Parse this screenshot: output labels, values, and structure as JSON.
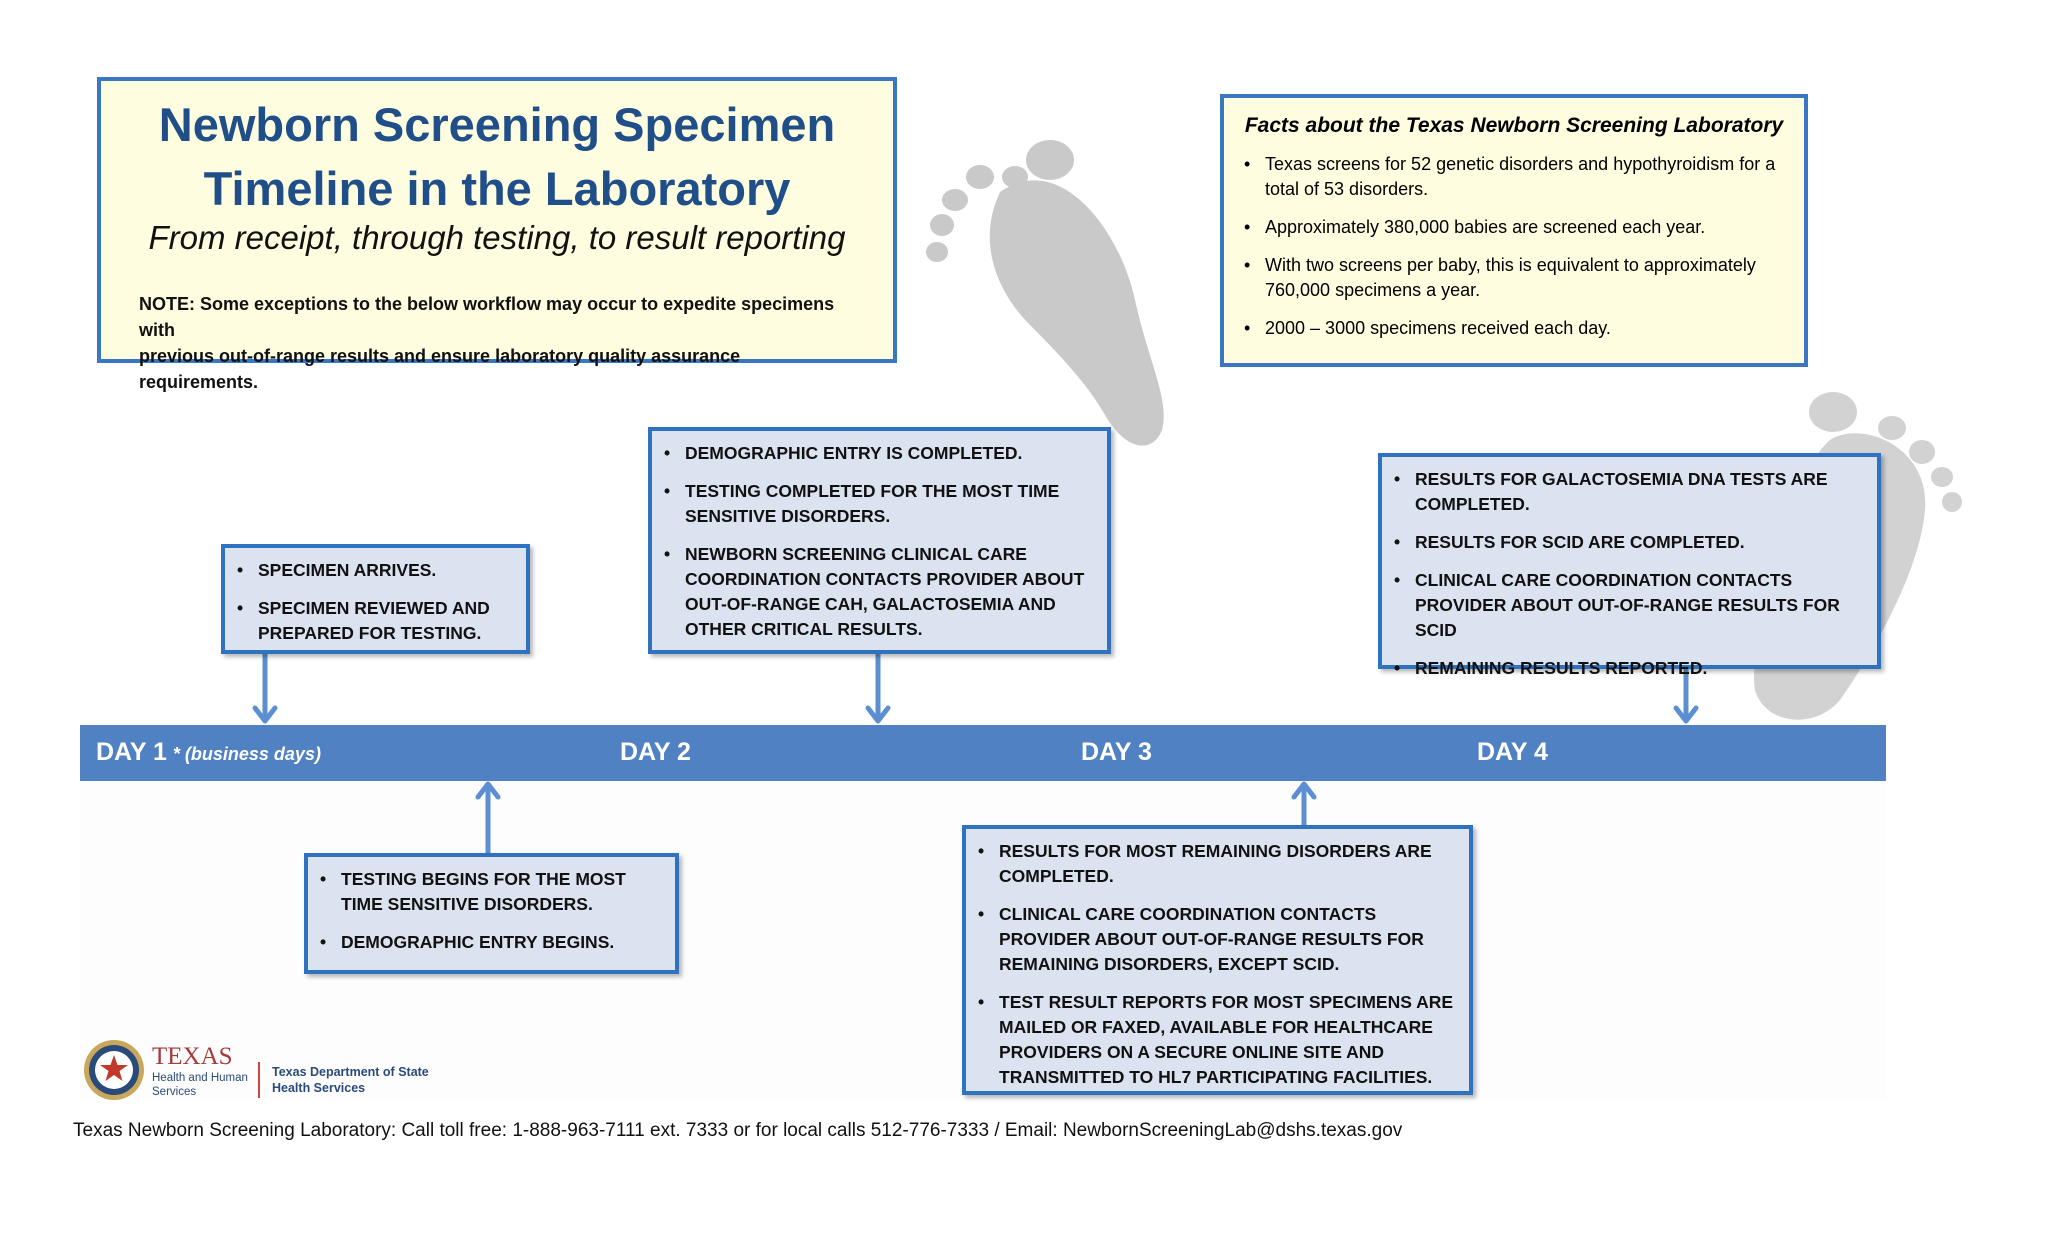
{
  "title": {
    "line1": "Newborn Screening Specimen",
    "line2": "Timeline in the Laboratory",
    "subtitle": "From receipt, through testing, to result reporting",
    "note_line1": "NOTE: Some exceptions to the below workflow may occur to expedite specimens with",
    "note_line2": "previous out-of-range results and ensure laboratory quality assurance requirements."
  },
  "facts": {
    "heading": "Facts about the Texas Newborn Screening Laboratory",
    "items": [
      "Texas screens for 52 genetic disorders and hypothyroidism for a total of 53 disorders.",
      "Approximately 380,000 babies are screened each year.",
      "With two screens per baby, this is equivalent to approximately 760,000 specimens a year.",
      "2000 – 3000 specimens received each day."
    ]
  },
  "timeline": {
    "days": [
      "DAY 1",
      "DAY 2",
      "DAY 3",
      "DAY 4"
    ],
    "day1_note": "* (business days)"
  },
  "steps": {
    "day1_top": [
      "SPECIMEN ARRIVES.",
      "SPECIMEN REVIEWED AND PREPARED FOR TESTING."
    ],
    "day1_bottom": [
      "TESTING BEGINS FOR THE MOST TIME SENSITIVE DISORDERS.",
      "DEMOGRAPHIC ENTRY BEGINS."
    ],
    "day2_top": [
      "DEMOGRAPHIC ENTRY IS COMPLETED.",
      "TESTING COMPLETED FOR THE MOST TIME SENSITIVE DISORDERS.",
      "NEWBORN SCREENING CLINICAL CARE COORDINATION CONTACTS PROVIDER ABOUT OUT-OF-RANGE CAH, GALACTOSEMIA AND OTHER CRITICAL RESULTS."
    ],
    "day3_bottom": [
      "RESULTS FOR MOST REMAINING DISORDERS ARE COMPLETED.",
      "CLINICAL CARE COORDINATION CONTACTS PROVIDER ABOUT OUT-OF-RANGE RESULTS FOR REMAINING DISORDERS, EXCEPT SCID.",
      "TEST RESULT REPORTS FOR MOST SPECIMENS ARE MAILED OR FAXED, AVAILABLE FOR HEALTHCARE PROVIDERS ON A SECURE ONLINE SITE AND TRANSMITTED TO HL7 PARTICIPATING FACILITIES."
    ],
    "day4_top": [
      "RESULTS FOR GALACTOSEMIA DNA TESTS ARE COMPLETED.",
      "RESULTS FOR SCID ARE COMPLETED.",
      "CLINICAL CARE COORDINATION CONTACTS PROVIDER ABOUT OUT-OF-RANGE RESULTS FOR SCID",
      "REMAINING RESULTS REPORTED."
    ]
  },
  "logo": {
    "texas": "TEXAS",
    "hhs": "Health and Human Services",
    "dshs": "Texas Department of State Health Services"
  },
  "footer": "Texas Newborn Screening Laboratory: Call toll free: 1-888-963-7111 ext. 7333 or for local calls 512-776-7333 / Email: NewbornScreeningLab@dshs.texas.gov",
  "colors": {
    "timeline": "#4f81c3",
    "box_border": "#2f72bf",
    "box_fill": "#dbe3f1",
    "title_fill": "#fefde0",
    "title_text": "#1f4e88",
    "footprint": "#c9c9c9"
  }
}
